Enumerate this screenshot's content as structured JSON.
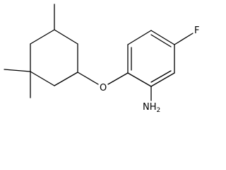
{
  "molecule": {
    "labels": {
      "fluorine": "F",
      "oxygen": "O",
      "amine_n": "N",
      "amine_h": "H",
      "amine_h_count": "2"
    }
  }
}
